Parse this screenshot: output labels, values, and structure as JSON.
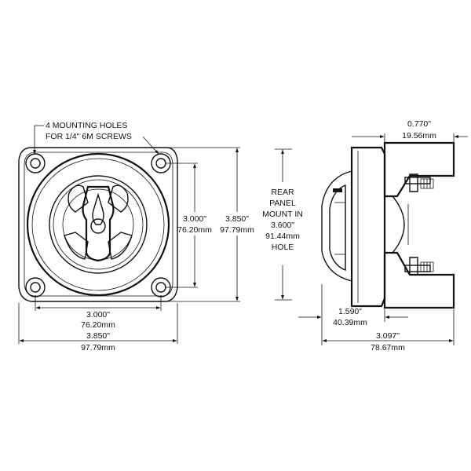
{
  "front_view": {
    "callout_line1": "4 MOUNTING HOLES",
    "callout_line2": "FOR 1/4\" 6M SCREWS",
    "inner_height_in": "3.000\"",
    "inner_height_mm": "76.20mm",
    "outer_height_in": "3.850\"",
    "outer_height_mm": "97.79mm",
    "hole_spacing_in": "3.000\"",
    "hole_spacing_mm": "76.20mm",
    "outer_width_in": "3.850\"",
    "outer_width_mm": "97.79mm"
  },
  "panel_note": {
    "line1": "REAR",
    "line2": "PANEL",
    "line3": "MOUNT IN",
    "line4": "3.600\"",
    "line5": "91.44mm",
    "line6": "HOLE"
  },
  "side_view": {
    "rear_depth_in": "0.770\"",
    "rear_depth_mm": "19.56mm",
    "front_depth_in": "1.590\"",
    "front_depth_mm": "40.39mm",
    "total_depth_in": "3.097\"",
    "total_depth_mm": "78.67mm"
  }
}
